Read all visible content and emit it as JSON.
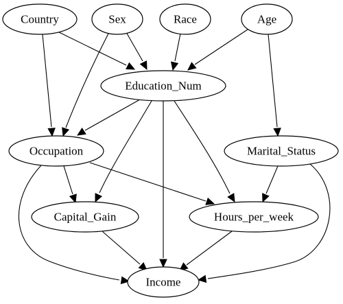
{
  "diagram": {
    "type": "directed-graph",
    "nodes": [
      {
        "id": "country",
        "label": "Country"
      },
      {
        "id": "sex",
        "label": "Sex"
      },
      {
        "id": "race",
        "label": "Race"
      },
      {
        "id": "age",
        "label": "Age"
      },
      {
        "id": "education_num",
        "label": "Education_Num"
      },
      {
        "id": "occupation",
        "label": "Occupation"
      },
      {
        "id": "marital_status",
        "label": "Marital_Status"
      },
      {
        "id": "capital_gain",
        "label": "Capital_Gain"
      },
      {
        "id": "hours_per_week",
        "label": "Hours_per_week"
      },
      {
        "id": "income",
        "label": "Income"
      }
    ],
    "edges": [
      {
        "from": "country",
        "to": "education_num"
      },
      {
        "from": "country",
        "to": "occupation"
      },
      {
        "from": "sex",
        "to": "education_num"
      },
      {
        "from": "sex",
        "to": "occupation"
      },
      {
        "from": "race",
        "to": "education_num"
      },
      {
        "from": "age",
        "to": "education_num"
      },
      {
        "from": "age",
        "to": "marital_status"
      },
      {
        "from": "education_num",
        "to": "occupation"
      },
      {
        "from": "education_num",
        "to": "capital_gain"
      },
      {
        "from": "education_num",
        "to": "income"
      },
      {
        "from": "education_num",
        "to": "hours_per_week"
      },
      {
        "from": "occupation",
        "to": "capital_gain"
      },
      {
        "from": "occupation",
        "to": "hours_per_week"
      },
      {
        "from": "occupation",
        "to": "income"
      },
      {
        "from": "marital_status",
        "to": "hours_per_week"
      },
      {
        "from": "marital_status",
        "to": "income"
      },
      {
        "from": "capital_gain",
        "to": "income"
      },
      {
        "from": "hours_per_week",
        "to": "income"
      }
    ]
  }
}
